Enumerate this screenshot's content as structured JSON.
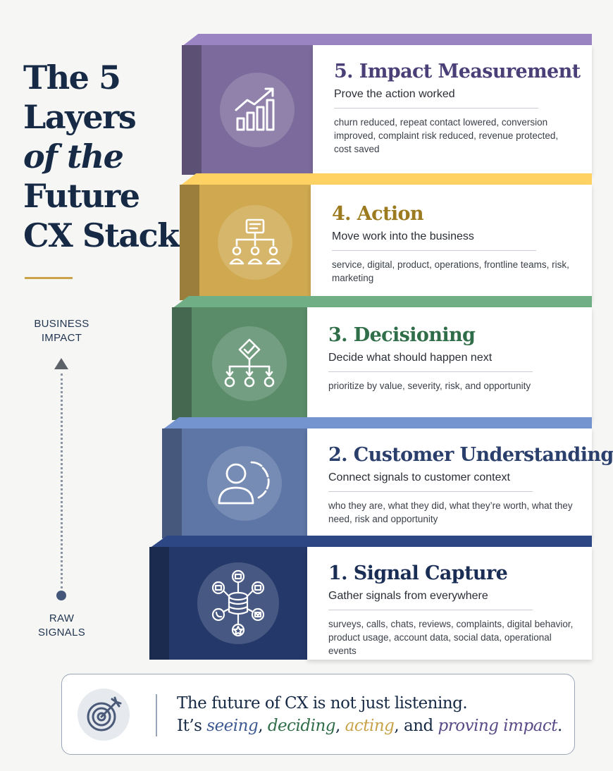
{
  "title": {
    "line1": "The 5",
    "line2": "Layers",
    "line3": "of the",
    "line4": "Future",
    "line5": "CX Stack"
  },
  "axis": {
    "top_line1": "BUSINESS",
    "top_line2": "IMPACT",
    "bottom_line1": "RAW",
    "bottom_line2": "SIGNALS"
  },
  "layers": [
    {
      "heading": "5. Impact Measurement",
      "subtitle": "Prove the action worked",
      "description": "churn reduced, repeat contact lowered, conversion improved, complaint risk reduced, revenue protected, cost saved",
      "icon": "bar-chart-growth-icon",
      "color": "#7b6a9b",
      "heading_color": "#4b3f78"
    },
    {
      "heading": "4. Action",
      "subtitle": "Move work into the business",
      "description": "service, digital, product, operations, frontline teams, risk, marketing",
      "icon": "org-hierarchy-icon",
      "color": "#cfa84f",
      "heading_color": "#9c7a1f"
    },
    {
      "heading": "3. Decisioning",
      "subtitle": "Decide what should happen next",
      "description": "prioritize by value, severity, risk, and opportunity",
      "icon": "decision-tree-icon",
      "color": "#5a8c6a",
      "heading_color": "#2f6e48"
    },
    {
      "heading": "2. Customer Understanding",
      "subtitle": "Connect signals to customer context",
      "description": "who they are, what they did, what they’re worth, what they need, risk and opportunity",
      "icon": "customer-profile-icon",
      "color": "#5d76a6",
      "heading_color": "#2b3f6d"
    },
    {
      "heading": "1. Signal Capture",
      "subtitle": "Gather signals from everywhere",
      "description": "surveys, calls, chats, reviews, complaints, digital behavior, product usage, account data, social data, operational events",
      "icon": "data-hub-icon",
      "color": "#24396a",
      "heading_color": "#1a2d55"
    }
  ],
  "footer": {
    "line1": "The future of CX is not just listening.",
    "line2_prefix": "It’s ",
    "word_seeing": "seeing",
    "sep1": ", ",
    "word_deciding": "deciding",
    "sep2": ", ",
    "word_acting": "acting",
    "sep3": ", and ",
    "word_proving": "proving impact",
    "end": ".",
    "icon": "target-icon",
    "color_seeing": "#3d5a92",
    "color_deciding": "#2f6e48",
    "color_acting": "#c9a24a",
    "color_proving": "#5a4a88"
  }
}
